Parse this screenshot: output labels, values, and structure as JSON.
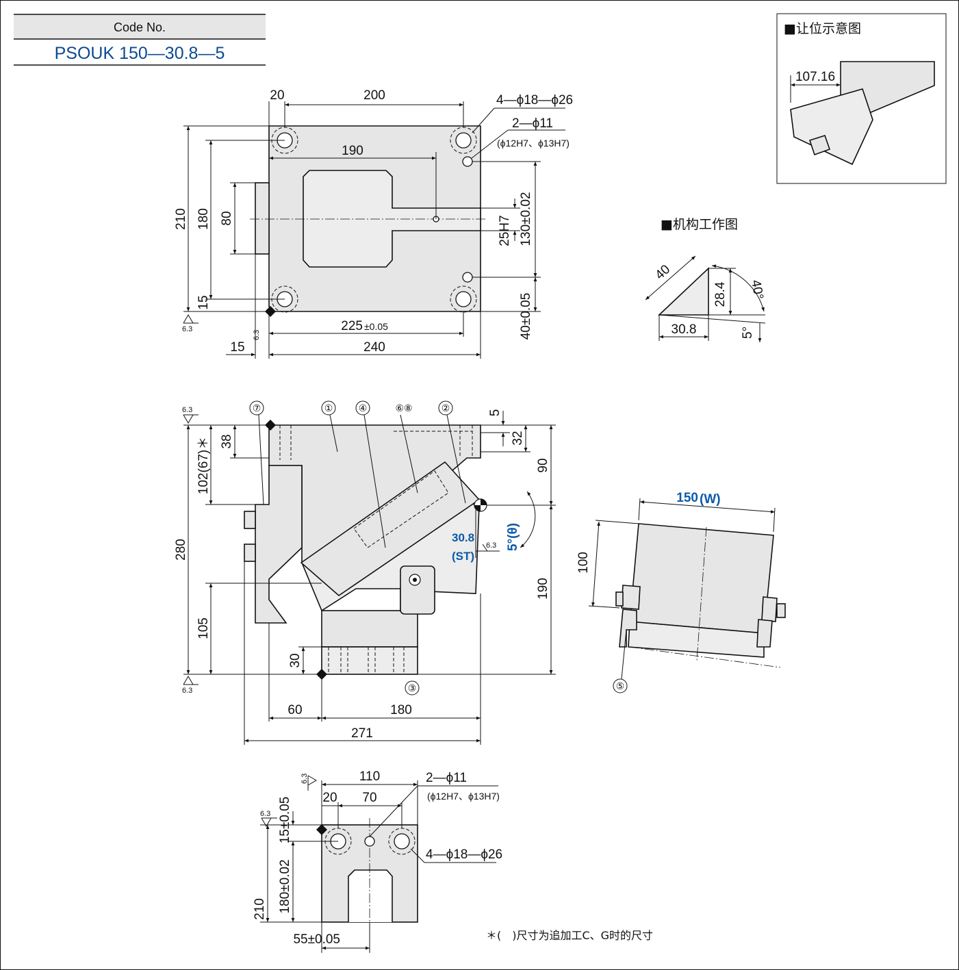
{
  "code_box": {
    "label": "Code No.",
    "value": "PSOUK 150—30.8—5"
  },
  "clearance_view": {
    "title": "■让位示意图",
    "dim": "107.16"
  },
  "mechanism_view": {
    "title": "■机构工作图",
    "hyp": "40",
    "height": "28.4",
    "base": "30.8",
    "angle_top": "40°",
    "angle_bottom": "5°"
  },
  "top_view": {
    "d_20": "20",
    "d_200": "200",
    "d_190": "190",
    "d_210": "210",
    "d_180": "180",
    "d_80": "80",
    "d_15": "15",
    "d_225": "225",
    "tol_005": "±0.05",
    "d_240": "240",
    "d_15b": "15",
    "holes_4": "4—ϕ18—ϕ26",
    "holes_2": "2—ϕ11",
    "holes_2_note": "(ϕ12H7、ϕ13H7)",
    "d_25h7": "25H7",
    "d_130": "130±0.02",
    "d_40": "40±0.05",
    "rough": "6.3"
  },
  "front_view": {
    "d_102": "102(67)＊",
    "d_38": "38",
    "d_280": "280",
    "d_105": "105",
    "d_30": "30",
    "d_5": "5",
    "d_32": "32",
    "d_90": "90",
    "d_190": "190",
    "d_60": "60",
    "d_180": "180",
    "d_271": "271",
    "stroke": "30.8",
    "stroke_label": "(ST)",
    "angle": "5°(θ)",
    "rough": "6.3",
    "callouts": [
      "⑦",
      "①",
      "④",
      "⑥⑧",
      "②",
      "③"
    ]
  },
  "side_view": {
    "width": "150",
    "width_label": "(W)",
    "d_100": "100",
    "callout": "⑤"
  },
  "bottom_view": {
    "d_110": "110",
    "d_20": "20",
    "d_70": "70",
    "d_15": "15±0.05",
    "d_210": "210",
    "d_180": "180±0.02",
    "d_55": "55±0.05",
    "holes_2": "2—ϕ11",
    "holes_2_note": "(ϕ12H7、ϕ13H7)",
    "holes_4": "4—ϕ18—ϕ26",
    "rough": "6.3"
  },
  "footnote": "＊(　)尺寸为追加工C、G时的尺寸"
}
